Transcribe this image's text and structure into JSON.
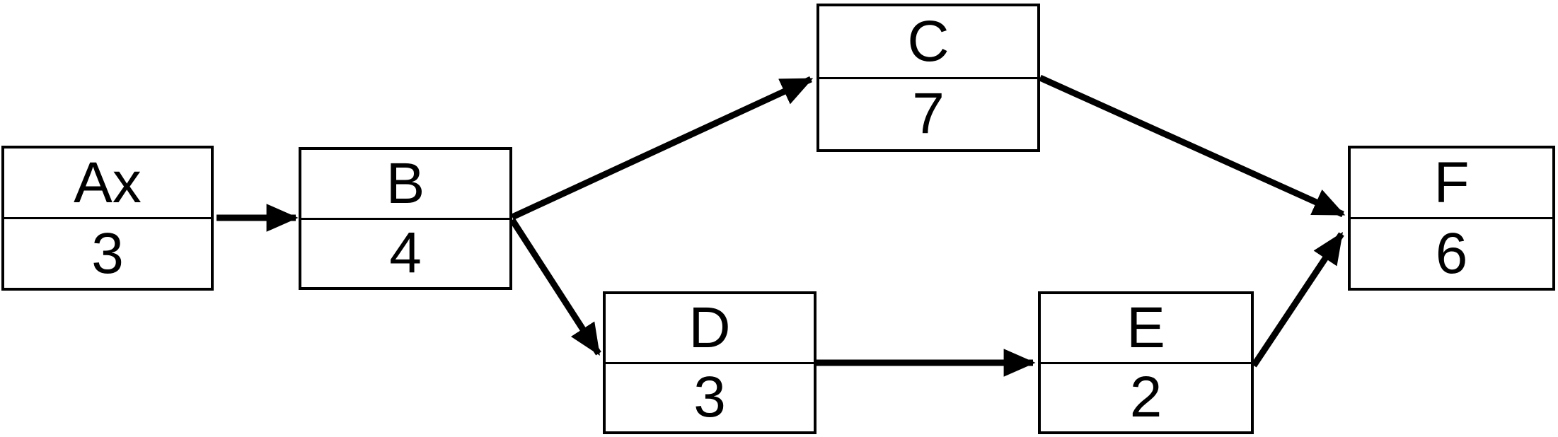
{
  "diagram": {
    "type": "activity-on-node-network",
    "background_color": "#ffffff",
    "line_color": "#000000",
    "text_color": "#000000",
    "nodes": [
      {
        "id": "Ax",
        "label": "Ax",
        "duration": "3"
      },
      {
        "id": "B",
        "label": "B",
        "duration": "4"
      },
      {
        "id": "C",
        "label": "C",
        "duration": "7"
      },
      {
        "id": "D",
        "label": "D",
        "duration": "3"
      },
      {
        "id": "E",
        "label": "E",
        "duration": "2"
      },
      {
        "id": "F",
        "label": "F",
        "duration": "6"
      }
    ],
    "edges": [
      {
        "from": "Ax",
        "to": "B"
      },
      {
        "from": "B",
        "to": "C"
      },
      {
        "from": "B",
        "to": "D"
      },
      {
        "from": "D",
        "to": "E"
      },
      {
        "from": "C",
        "to": "F"
      },
      {
        "from": "E",
        "to": "F"
      }
    ]
  }
}
